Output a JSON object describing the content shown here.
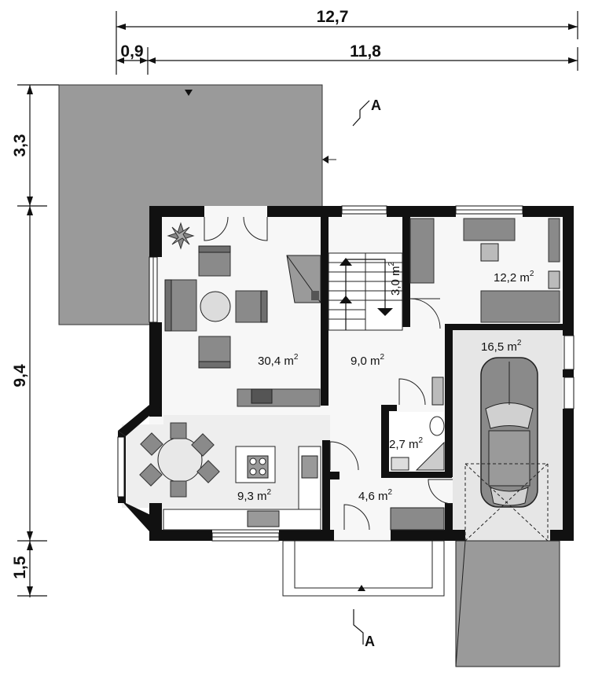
{
  "dimensions": {
    "total_width": "12,7",
    "left_offset": "0,9",
    "main_width": "11,8",
    "terrace_depth": "3,3",
    "house_depth": "9,4",
    "porch_depth": "1,5"
  },
  "section_marker": "A",
  "rooms": [
    {
      "id": "living",
      "area": "30,4 m",
      "sup": "2"
    },
    {
      "id": "hall",
      "area": "9,0 m",
      "sup": "2"
    },
    {
      "id": "stair",
      "area": "3,0 m",
      "sup": "2"
    },
    {
      "id": "bedroom",
      "area": "12,2 m",
      "sup": "2"
    },
    {
      "id": "garage",
      "area": "16,5 m",
      "sup": "2"
    },
    {
      "id": "bathroom",
      "area": "2,7 m",
      "sup": "2"
    },
    {
      "id": "kitchen",
      "area": "9,3 m",
      "sup": "2"
    },
    {
      "id": "entrance",
      "area": "4,6 m",
      "sup": "2"
    }
  ],
  "colors": {
    "wall": "#111111",
    "furniture": "#8a8a8a",
    "tile": "#eeeeee"
  }
}
